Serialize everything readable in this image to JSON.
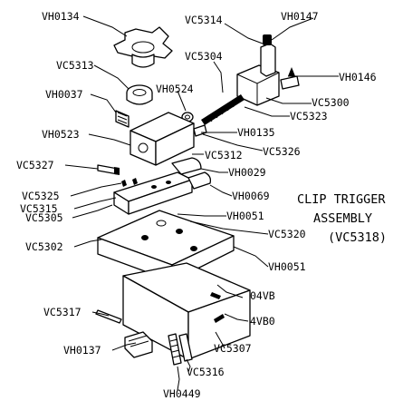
{
  "title_line1": "CLIP TRIGGER",
  "title_line2": "ASSEMBLY",
  "assembly_code": "(VC5318)",
  "labels": {
    "VH0134": "VH0134",
    "VC5314": "VC5314",
    "VH0147": "VH0147",
    "VC5313": "VC5313",
    "VC5304": "VC5304",
    "VH0146": "VH0146",
    "VH0524": "VH0524",
    "VC5300": "VC5300",
    "VH0037": "VH0037",
    "VC5323": "VC5323",
    "VH0135": "VH0135",
    "VH0523": "VH0523",
    "VC5326": "VC5326",
    "VC5312": "VC5312",
    "VC5327": "VC5327",
    "VH0029": "VH0029",
    "VC5325": "VC5325",
    "VH0069": "VH0069",
    "VC5315": "VC5315",
    "VH0051a": "VH0051",
    "VC5305": "VC5305",
    "VC5320": "VC5320",
    "VC5302": "VC5302",
    "VH0051b": "VH0051",
    "R04VB": "04VB",
    "VC5317": "VC5317",
    "R4VB0": "4VB0",
    "VC5307": "VC5307",
    "VH0137": "VH0137",
    "VC5316": "VC5316",
    "VH0449": "VH0449"
  }
}
